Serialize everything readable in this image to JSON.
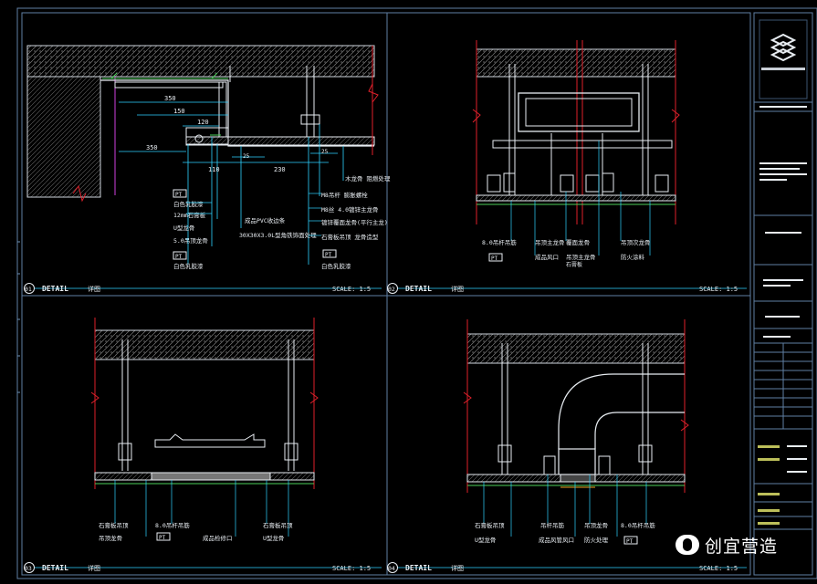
{
  "panels": [
    {
      "num": "01",
      "detail": "DETAIL",
      "title": "详图",
      "scale": "SCALE: 1:5"
    },
    {
      "num": "02",
      "detail": "DETAIL",
      "title": "详图",
      "scale": "SCALE: 1:5"
    },
    {
      "num": "03",
      "detail": "DETAIL",
      "title": "详图",
      "scale": "SCALE: 1:5"
    },
    {
      "num": "04",
      "detail": "DETAIL",
      "title": "详图",
      "scale": "SCALE: 1:5"
    }
  ],
  "dims": {
    "d1": "350",
    "d2": "150",
    "d3": "120",
    "d4": "350",
    "d5": "110",
    "d6": "230",
    "d7": "25",
    "d8": "25"
  },
  "p1_labels": {
    "pt_top": "PT",
    "a1": "白色乳胶漆",
    "a2": "12mm石膏板",
    "a3": "U型龙骨",
    "a4": "5.0吊顶龙骨",
    "pt_bot": "PT",
    "a5": "白色乳胶漆",
    "b1": "成品PVC收边条",
    "b2": "30X30X3.0L型角铁饰面处理",
    "c1": "M8吊杆 膨胀螺栓",
    "c2": "M8丝 4.0镀锌主龙骨",
    "c3": "镀锌覆面龙骨(平行主龙)",
    "c4": "石膏板吊顶 龙骨造型",
    "c5": "白色乳胶漆",
    "pt_c": "PT",
    "d_right": "木龙骨 阻燃处理"
  },
  "p2_labels": {
    "l1": "8.0吊杆吊筋",
    "l2": "吊顶主龙骨",
    "l3": "成品风口",
    "l4": "覆面龙骨",
    "pt": "PT",
    "l5": "吊顶主龙骨",
    "l6": "石膏板",
    "l7": "吊顶次龙骨",
    "l8": "防火涂料"
  },
  "p3_labels": {
    "l1": "石膏板吊顶",
    "l2": "吊顶龙骨",
    "l3": "8.0吊杆吊筋",
    "l4": "成品检修口",
    "pt": "PT",
    "l5": "石膏板吊顶",
    "l6": "U型龙骨"
  },
  "p4_labels": {
    "l1": "石膏板吊顶",
    "l2": "U型龙骨",
    "l3": "吊杆吊筋",
    "l4": "成品风管风口",
    "l5": "吊顶龙骨",
    "l6": "防火处理",
    "l7": "8.0吊杆吊筋",
    "pt": "PT"
  },
  "colors": {
    "frame": "#5f7fa3",
    "red": "#e0202a",
    "cyan": "#2ed2ff",
    "yellow": "#f0e04a",
    "white": "#e8edf2"
  },
  "watermark": {
    "text": "创宜营造"
  }
}
